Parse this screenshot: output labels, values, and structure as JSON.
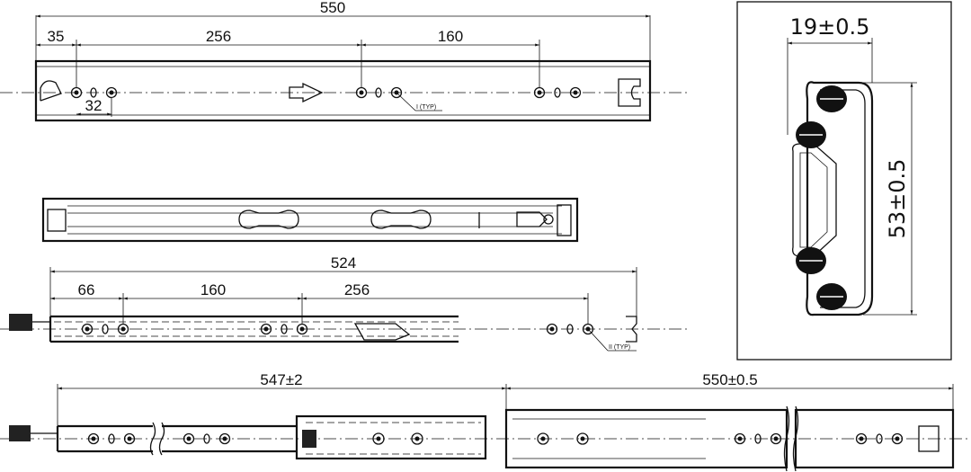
{
  "view1": {
    "dims": {
      "overall": "550",
      "d1": "35",
      "d2": "256",
      "d3": "160",
      "d4": "32"
    },
    "note": "I (TYP)"
  },
  "view3": {
    "dims": {
      "overall": "524",
      "d1": "66",
      "d2": "160",
      "d3": "256"
    },
    "note": "II (TYP)"
  },
  "view4": {
    "dims": {
      "closed": "547±2",
      "extension": "550±0.5"
    }
  },
  "section": {
    "dims": {
      "width": "19±0.5",
      "height": "53±0.5"
    }
  }
}
